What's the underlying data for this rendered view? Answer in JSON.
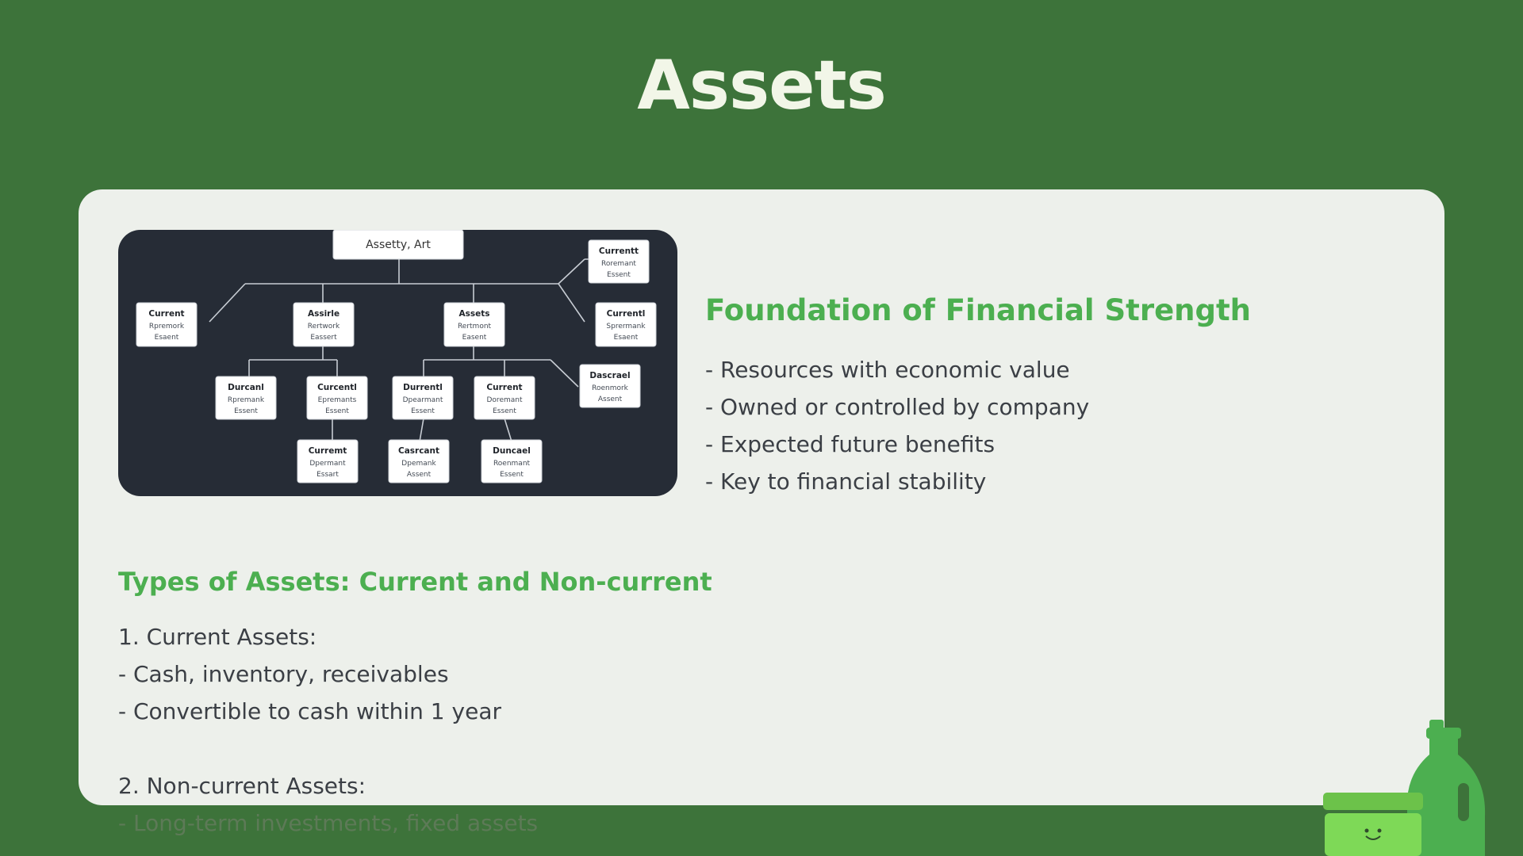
{
  "title": "Assets",
  "diagram": {
    "root": "Assetty, Art",
    "nodes": [
      {
        "id": "n_tr",
        "lines": [
          "Currentt",
          "Roremant",
          "Essent"
        ]
      },
      {
        "id": "n_l1",
        "lines": [
          "Current",
          "Rpremork",
          "Esaent"
        ]
      },
      {
        "id": "n_l2",
        "lines": [
          "Assirle",
          "Rertwork",
          "Eassert"
        ]
      },
      {
        "id": "n_l3",
        "lines": [
          "Assets",
          "Rertmont",
          "Easent"
        ]
      },
      {
        "id": "n_l4",
        "lines": [
          "Currentl",
          "Sprermank",
          "Esaent"
        ]
      },
      {
        "id": "n_m1",
        "lines": [
          "Durcanl",
          "Rpremank",
          "Essent"
        ]
      },
      {
        "id": "n_m2",
        "lines": [
          "Curcentl",
          "Epremants",
          "Essent"
        ]
      },
      {
        "id": "n_m3",
        "lines": [
          "Durrentl",
          "Dpearmant",
          "Essent"
        ]
      },
      {
        "id": "n_m4",
        "lines": [
          "Current",
          "Doremant",
          "Essent"
        ]
      },
      {
        "id": "n_m5",
        "lines": [
          "Dascrael",
          "Roenmork",
          "Assent"
        ]
      },
      {
        "id": "n_b1",
        "lines": [
          "Curremt",
          "Dpermant",
          "Essart"
        ]
      },
      {
        "id": "n_b2",
        "lines": [
          "Casrcant",
          "Dpemank",
          "Assent"
        ]
      },
      {
        "id": "n_b3",
        "lines": [
          "Duncael",
          "Roenmant",
          "Essent"
        ]
      }
    ]
  },
  "foundation": {
    "heading": "Foundation of Financial Strength",
    "bullets": [
      "- Resources with economic value",
      "- Owned or controlled by company",
      "- Expected future benefits",
      "- Key to financial stability"
    ]
  },
  "types": {
    "heading": "Types of Assets: Current and Non-current",
    "current_title": "1. Current Assets:",
    "current_items": [
      "- Cash, inventory, receivables",
      "- Convertible to cash within 1 year"
    ],
    "noncurrent_title": "2. Non-current Assets:",
    "noncurrent_items": [
      "- Long-term investments, fixed assets"
    ]
  },
  "colors": {
    "background": "#3d733a",
    "card": "#edf0eb",
    "heading_green": "#4caf50",
    "diagram_bg": "#262c36"
  }
}
